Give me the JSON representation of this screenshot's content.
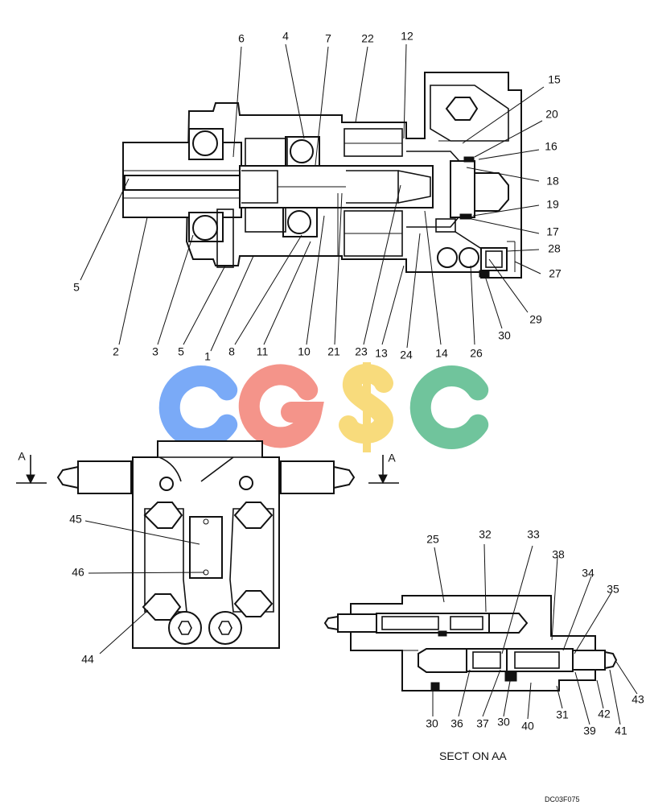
{
  "watermark": {
    "letters": [
      "C",
      "G",
      "S",
      "C"
    ],
    "colors": [
      "#7aaaf7",
      "#f4948a",
      "#f8db7c",
      "#70c49c"
    ]
  },
  "callouts": {
    "top": [
      "6",
      "4",
      "7",
      "22",
      "12",
      "15",
      "20",
      "16",
      "18",
      "19",
      "17",
      "28",
      "27",
      "29",
      "30",
      "5",
      "2",
      "3",
      "5",
      "1",
      "8",
      "11",
      "10",
      "21",
      "23",
      "13",
      "24",
      "14",
      "26"
    ],
    "plan": [
      "A",
      "A",
      "45",
      "46",
      "44"
    ],
    "section": [
      "25",
      "32",
      "33",
      "38",
      "34",
      "35",
      "30",
      "36",
      "37",
      "30",
      "40",
      "31",
      "42",
      "39",
      "41",
      "43"
    ]
  },
  "caption": "SECT ON AA",
  "code": "DC03F075"
}
